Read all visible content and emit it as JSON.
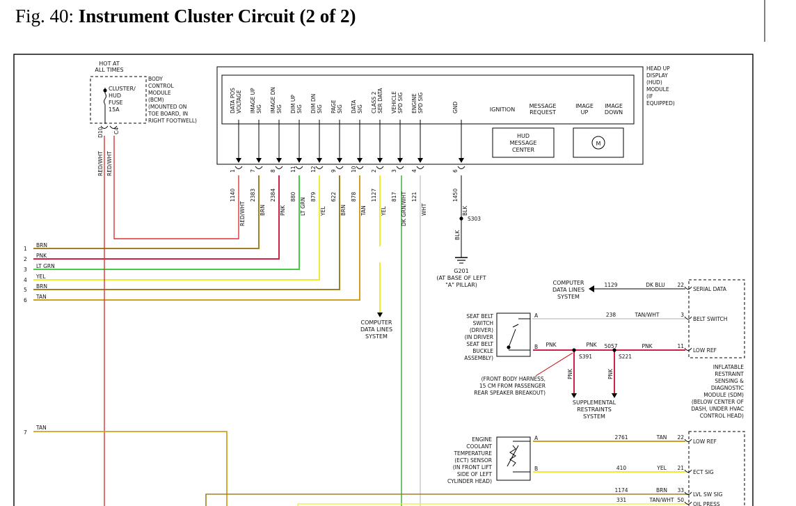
{
  "figure": {
    "prefix": "Fig. 40:",
    "title": "Instrument Cluster Circuit (2 of 2)"
  },
  "colors": {
    "brn": "#a08020",
    "pnk": "#cc2244",
    "ltgrn": "#44cc44",
    "yel": "#f2ea30",
    "tan": "#d0a020",
    "red": "#dd3333",
    "dkgrn": "#33aa33",
    "wht": "#c8c8c8",
    "blk": "#000000",
    "red_arrow": "#cc0000"
  },
  "bcm": {
    "hot_at": [
      "HOT AT",
      "ALL TIMES"
    ],
    "fuse": [
      "CLUSTER/",
      "HUD",
      "FUSE",
      "15A"
    ],
    "label": [
      "BODY",
      "CONTROL",
      "MODULE",
      "(BCM)",
      "(MOUNTED ON",
      "TOE BOARD, IN",
      "RIGHT FOOTWELL)"
    ],
    "pins": [
      "D10",
      "C4"
    ],
    "wires": [
      "RED/WHT",
      "RED/WHT"
    ]
  },
  "hud": {
    "label": [
      "HEAD UP",
      "DISPLAY",
      "(HUD)",
      "MODULE",
      "(IF",
      "EQUIPPED)"
    ],
    "signals": [
      [
        "DATA POS",
        "VOLTAGE"
      ],
      [
        "IMAGE UP",
        "SIG"
      ],
      [
        "IMAGE DN",
        "SIG"
      ],
      [
        "DIM UP",
        "SIG"
      ],
      [
        "DIM DN",
        "SIG"
      ],
      [
        "PAGE",
        "SIG"
      ],
      [
        "DATA",
        "SIG"
      ],
      [
        "CLASS 2",
        "SER DATA"
      ],
      [
        "VEHICLE",
        "SPD SIG"
      ],
      [
        "ENGINE",
        "SPD SIG"
      ],
      [
        "GND"
      ]
    ],
    "buttons": [
      [
        "IGNITION"
      ],
      [
        "MESSAGE",
        "REQUEST"
      ],
      [
        "IMAGE",
        "UP"
      ],
      [
        "IMAGE",
        "DOWN"
      ]
    ],
    "message_center": [
      "HUD",
      "MESSAGE",
      "CENTER"
    ],
    "motor_symbol": "M"
  },
  "pins": [
    {
      "pin": "1",
      "circuit": "1140",
      "color": "RED/WHT"
    },
    {
      "pin": "7",
      "circuit": "2383",
      "color": "BRN"
    },
    {
      "pin": "8",
      "circuit": "2384",
      "color": "PNK"
    },
    {
      "pin": "11",
      "circuit": "880",
      "color": "LT GRN"
    },
    {
      "pin": "12",
      "circuit": "879",
      "color": "YEL"
    },
    {
      "pin": "9",
      "circuit": "622",
      "color": "BRN"
    },
    {
      "pin": "10",
      "circuit": "878",
      "color": "TAN"
    },
    {
      "pin": "2",
      "circuit": "1127",
      "color": "YEL"
    },
    {
      "pin": "3",
      "circuit": "817",
      "color": "DK GRN/WHT"
    },
    {
      "pin": "4",
      "circuit": "121",
      "color": "WHT"
    },
    {
      "pin": "6",
      "circuit": "1450",
      "color": "BLK"
    }
  ],
  "ground": {
    "splice": "S303",
    "wire": "BLK",
    "id": "G201",
    "location": [
      "(AT BASE OF LEFT",
      "\"A\" PILLAR)"
    ]
  },
  "left_bus": [
    {
      "num": "1",
      "color": "BRN"
    },
    {
      "num": "2",
      "color": "PNK"
    },
    {
      "num": "3",
      "color": "LT GRN"
    },
    {
      "num": "4",
      "color": "YEL"
    },
    {
      "num": "5",
      "color": "BRN"
    },
    {
      "num": "6",
      "color": "TAN"
    },
    {
      "num": "7",
      "color": "TAN"
    }
  ],
  "computer_data_lines_1": [
    "COMPUTER",
    "DATA LINES",
    "SYSTEM"
  ],
  "computer_data_lines_2": [
    "COMPUTER",
    "DATA LINES",
    "SYSTEM"
  ],
  "sdm": {
    "rows": [
      {
        "circuit": "1129",
        "color": "DK BLU",
        "pin": "22",
        "name": "SERIAL DATA"
      },
      {
        "circuit": "238",
        "color": "TAN/WHT",
        "pin": "3",
        "name": "BELT SWITCH"
      },
      {
        "circuit": "5057",
        "color": "PNK",
        "pin": "11",
        "name": "LOW REF"
      }
    ],
    "label": [
      "INFLATABLE",
      "RESTRAINT",
      "SENSING &",
      "DIAGNOSTIC",
      "MODULE (SDM)",
      "(BELOW CENTER OF",
      "DASH, UNDER HVAC",
      "CONTROL HEAD)"
    ]
  },
  "seat_belt": {
    "label": [
      "SEAT BELT",
      "SWITCH",
      "(DRIVER)",
      "(IN DRIVER",
      "SEAT BELT",
      "BUCKLE",
      "ASSEMBLY)"
    ],
    "pin_a": "A",
    "pin_b": "B",
    "wire_b": "PNK",
    "wire_mid": "PNK",
    "splices": [
      "S391",
      "S221"
    ],
    "drop_wires": [
      "PNK",
      "PNK"
    ]
  },
  "harness_note": [
    "(FRONT BODY HARNESS,",
    "15 CM FROM PASSENGER",
    "REAR SPEAKER BREAKOUT)"
  ],
  "srs": [
    "SUPPLEMENTAL",
    "RESTRAINTS",
    "SYSTEM"
  ],
  "ect": {
    "label": [
      "ENGINE",
      "COOLANT",
      "TEMPERATURE",
      "(ECT) SENSOR",
      "(IN FRONT LIFT",
      "SIDE OF LEFT",
      "CYLINDER HEAD)"
    ],
    "pin_a": "A",
    "pin_b": "B",
    "rows": [
      {
        "circuit": "2761",
        "color": "TAN",
        "pin": "22",
        "name": "LOW REF"
      },
      {
        "circuit": "410",
        "color": "YEL",
        "pin": "21",
        "name": "ECT SIG"
      },
      {
        "circuit": "1174",
        "color": "BRN",
        "pin": "33",
        "name": "LVL SW SIG"
      },
      {
        "circuit": "331",
        "color": "TAN/WHT",
        "pin": "50",
        "name": "OIL PRESS"
      }
    ]
  }
}
